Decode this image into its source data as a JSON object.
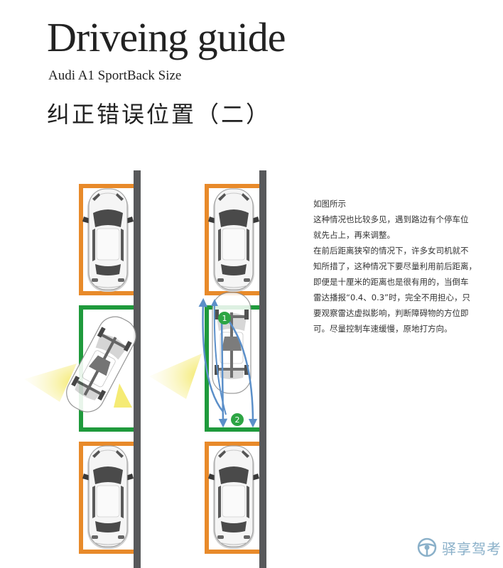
{
  "header": {
    "title": "Driveing guide",
    "subtitle": "Audi A1 SportBack Size",
    "zh_title": "纠正错误位置（二）"
  },
  "description": {
    "lines": [
      "如图所示",
      "这种情况也比较多见，遇到路边有个停车位",
      "就先占上，再来调整。",
      "在前后距离狭窄的情况下，许多女司机就不",
      "知所措了，这种情况下要尽量利用前后距离，",
      "即便是十厘米的距离也是很有用的，当倒车",
      "雷达播报“0.4、0.3”时，完全不用担心，只",
      "要观察雷达虚拟影响，判断障碍物的方位即",
      "可。尽量控制车速缓慢，原地打方向。"
    ]
  },
  "diagram": {
    "step_1": "1",
    "step_2": "2",
    "colors": {
      "curb": "#58595b",
      "parked_slot": "#e88a2a",
      "target_slot": "#1f9a3c",
      "arrow": "#5b8fc9",
      "light": "#f6ef8a"
    }
  },
  "watermark": {
    "text": "驿享驾考",
    "icon": "steering-wheel-icon"
  }
}
